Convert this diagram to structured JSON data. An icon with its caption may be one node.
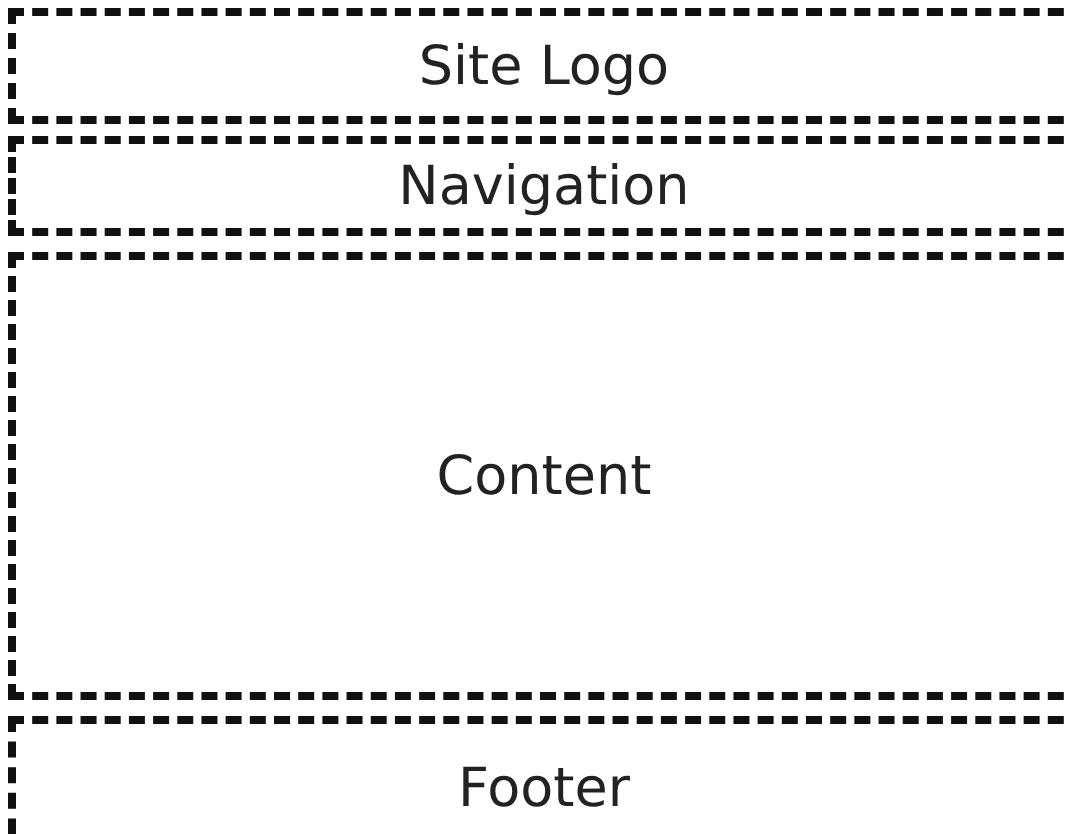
{
  "diagram": {
    "nodes": [
      {
        "text": [
          "Site Logo"
        ]
      },
      {
        "text": [
          "Navigation"
        ]
      },
      {
        "text": [
          "Content"
        ]
      },
      {
        "text": [
          "Footer"
        ]
      }
    ]
  }
}
